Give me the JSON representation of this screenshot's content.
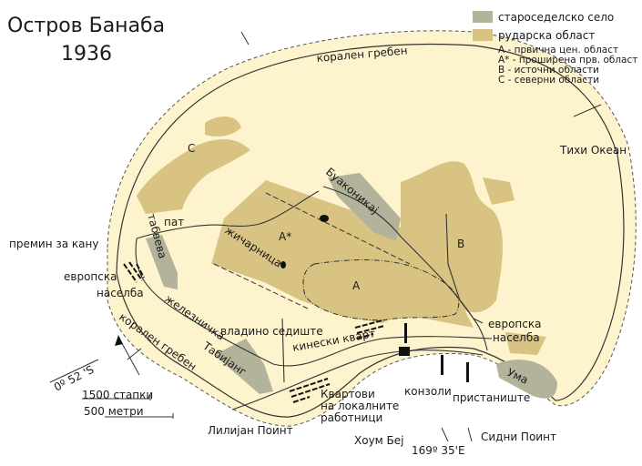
{
  "title": {
    "line1": "Остров Банаба",
    "line2": "1936"
  },
  "colors": {
    "island": "#fdf4cd",
    "mining": "#d8c383",
    "village": "#b3b39c",
    "line": "#3a3a3a"
  },
  "legend": {
    "village": "староседелско село",
    "mining": "рударска област",
    "notes": [
      "A   - првична цен. област",
      "A* - проширена прв. област",
      "B   - источни области",
      "C   - северни области"
    ]
  },
  "labels": {
    "reef_top": "корален гребен",
    "reef_bottom": "корален гребен",
    "pacific": "Тихи Океан",
    "canoe": "премин за кану",
    "euro_west_1": "европска",
    "euro_west_2": "населба",
    "tabwewa": "табвева",
    "path": "пат",
    "cableway": "жичарница",
    "buakonikai": "Буаконикај",
    "railway": "железничка",
    "tabiang": "Табијанг",
    "gov": "владино седиште",
    "chinese": "кинески кварт",
    "euro_east_1": "европска",
    "euro_east_2": "населба",
    "uma": "Ума",
    "workers_1": "Квартови",
    "workers_2": "на локалните",
    "workers_3": "работници",
    "cantilevers": "конзоли",
    "wharf": "пристаниште",
    "lilian": "Лилијан Поинт",
    "home_bay": "Хоум Беј",
    "sydney": "Сидни Поинт",
    "lon": "169º  35'E",
    "lat": "0º 52 'S",
    "zone_a": "A",
    "zone_astar": "A*",
    "zone_b": "B",
    "zone_c": "C"
  },
  "scale": {
    "feet": "1500 стапки",
    "meters": "500 метри"
  }
}
